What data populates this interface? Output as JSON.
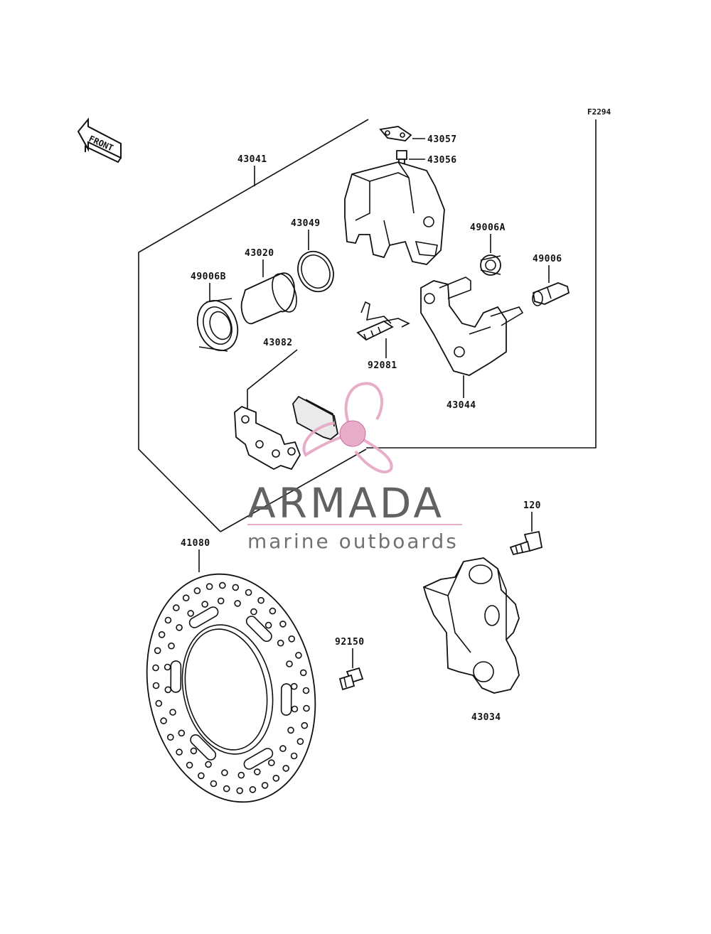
{
  "diagram": {
    "reference_code": "F2294",
    "front_label": "FRONT",
    "parts": [
      {
        "id": "p43041",
        "number": "43041"
      },
      {
        "id": "p43057",
        "number": "43057"
      },
      {
        "id": "p43056",
        "number": "43056"
      },
      {
        "id": "p43049",
        "number": "43049"
      },
      {
        "id": "p43020",
        "number": "43020"
      },
      {
        "id": "p49006a",
        "number": "49006A"
      },
      {
        "id": "p49006",
        "number": "49006"
      },
      {
        "id": "p49006b",
        "number": "49006B"
      },
      {
        "id": "p43082",
        "number": "43082"
      },
      {
        "id": "p92081",
        "number": "92081"
      },
      {
        "id": "p43044",
        "number": "43044"
      },
      {
        "id": "p120",
        "number": "120"
      },
      {
        "id": "p41080",
        "number": "41080"
      },
      {
        "id": "p92150",
        "number": "92150"
      },
      {
        "id": "p43034",
        "number": "43034"
      }
    ]
  },
  "watermark": {
    "title": "ARMADA",
    "subtitle": "marine outboards",
    "title_color": "#5a5a5a",
    "subtitle_color": "#6a6a6a",
    "accent_color": "#e7a9c6",
    "accent_dark": "#c9659a"
  }
}
